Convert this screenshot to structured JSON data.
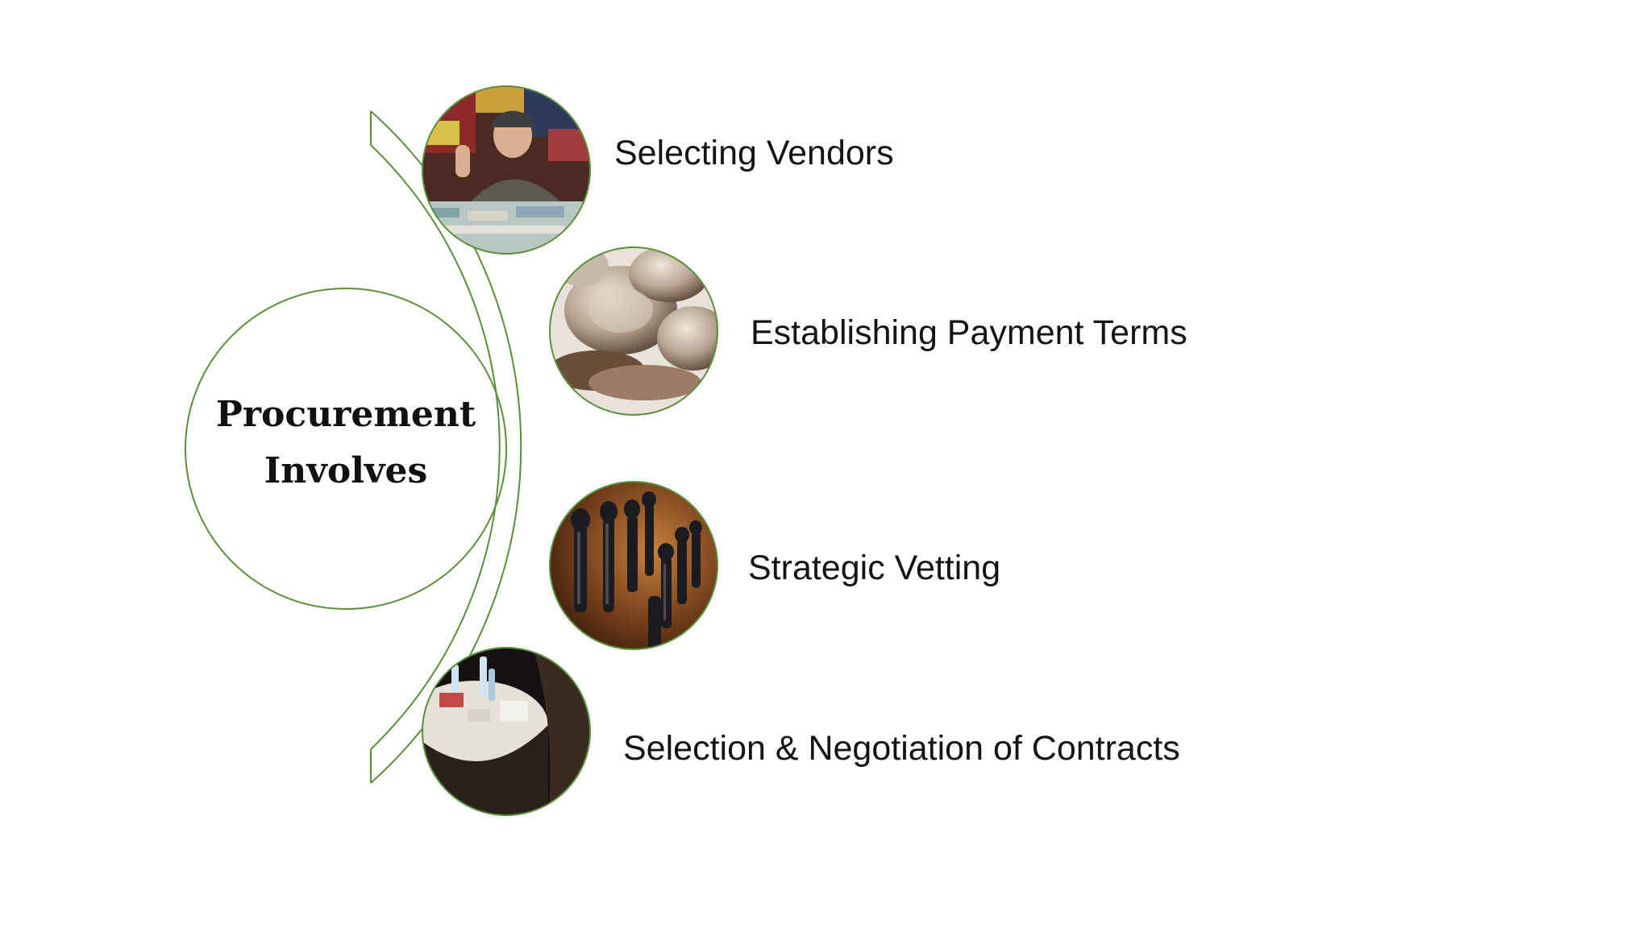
{
  "diagram": {
    "center": {
      "line1": "Procurement",
      "line2": "Involves"
    },
    "steps": [
      {
        "label": "Selecting Vendors",
        "photo": "vendor-market-photo"
      },
      {
        "label": "Establishing Payment Terms",
        "photo": "coins-photo"
      },
      {
        "label": "Strategic Vetting",
        "photo": "chess-pieces-photo"
      },
      {
        "label": "Selection & Negotiation of Contracts",
        "photo": "meeting-table-photo"
      }
    ],
    "colors": {
      "accent": "#5a8f3c",
      "text": "#141414"
    }
  }
}
